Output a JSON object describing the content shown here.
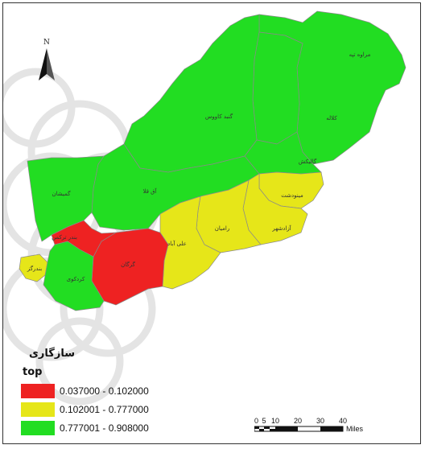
{
  "north_label": "N",
  "regions": [
    {
      "label": "مراوه تپه",
      "color": "#22dd22"
    },
    {
      "label": "کلاله",
      "color": "#22dd22"
    },
    {
      "label": "گنبد کاووس",
      "color": "#22dd22"
    },
    {
      "label": "گالیکش",
      "color": "#22dd22"
    },
    {
      "label": "آق قلا",
      "color": "#22dd22"
    },
    {
      "label": "گمیشان",
      "color": "#22dd22"
    },
    {
      "label": "مینودشت",
      "color": "#e6e619"
    },
    {
      "label": "آزادشهر",
      "color": "#e6e619"
    },
    {
      "label": "رامیان",
      "color": "#e6e619"
    },
    {
      "label": "علی آباد",
      "color": "#e6e619"
    },
    {
      "label": "گرگان",
      "color": "#ee2222"
    },
    {
      "label": "بندر ترکمن",
      "color": "#ee2222"
    },
    {
      "label": "بندرگز",
      "color": "#e6e619"
    },
    {
      "label": "کردکوی",
      "color": "#22dd22"
    }
  ],
  "legend": {
    "title": "سازگاری",
    "field": "top",
    "classes": [
      {
        "range": "0.037000 - 0.102000",
        "color": "#ee2222"
      },
      {
        "range": "0.102001 - 0.777000",
        "color": "#e6e619"
      },
      {
        "range": "0.777001 - 0.908000",
        "color": "#22dd22"
      }
    ]
  },
  "scale": {
    "ticks": [
      "0",
      "5",
      "10",
      "20",
      "30",
      "40"
    ],
    "unit": "Miles"
  }
}
